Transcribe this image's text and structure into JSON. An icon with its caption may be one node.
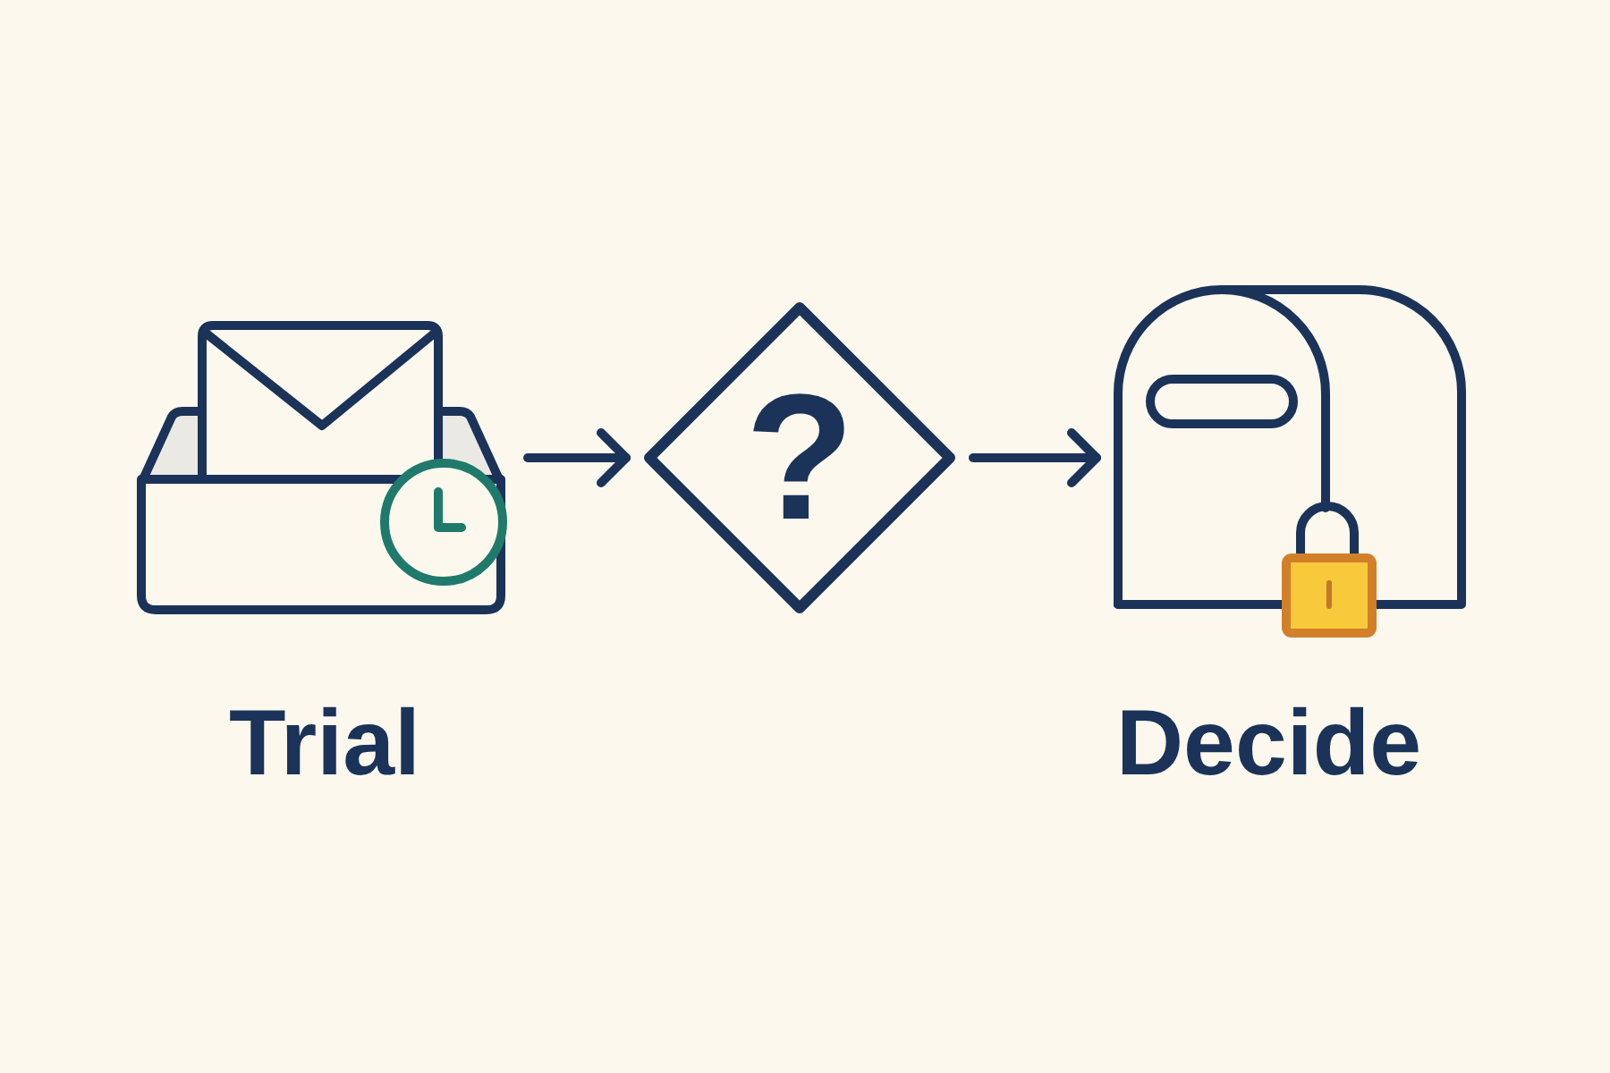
{
  "diagram": {
    "nodes": [
      {
        "text": [],
        "shape": "picture",
        "beside": [
          "Trial"
        ]
      },
      {
        "text": [
          "?"
        ]
      },
      {
        "text": [],
        "shape": "picture",
        "beside": [
          "Decide"
        ]
      }
    ],
    "edges": [
      {
        "from": 0,
        "to": 1,
        "arrow": "to"
      },
      {
        "from": 1,
        "to": 2,
        "arrow": "to"
      }
    ]
  }
}
